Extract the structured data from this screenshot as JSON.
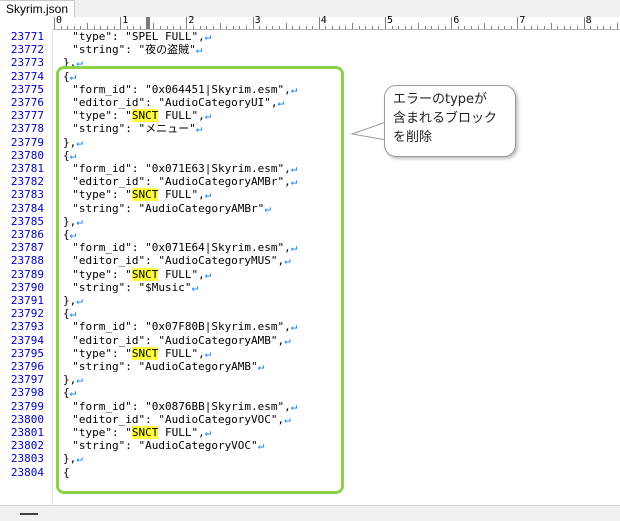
{
  "tab": {
    "title": "Skyrim.json"
  },
  "ruler": {
    "labels": [
      "0",
      "1",
      "2",
      "3",
      "4",
      "5",
      "6",
      "7",
      "8"
    ]
  },
  "line_numbers": [
    "23771",
    "23772",
    "23773",
    "23774",
    "23775",
    "23776",
    "23777",
    "23778",
    "23779",
    "23780",
    "23781",
    "23782",
    "23783",
    "23784",
    "23785",
    "23786",
    "23787",
    "23788",
    "23789",
    "23790",
    "23791",
    "23792",
    "23793",
    "23794",
    "23795",
    "23796",
    "23797",
    "23798",
    "23799",
    "23800",
    "23801",
    "23802",
    "23803",
    "23804"
  ],
  "code_lines": [
    {
      "pre": "  \"type\": \"SPEL FULL\",",
      "nl": true
    },
    {
      "pre": "  \"string\": \"夜の盗賊\"",
      "nl": true
    },
    {
      "pre": "},",
      "nl": true
    },
    {
      "pre": "{",
      "nl": true
    },
    {
      "pre": "  \"form_id\": \"0x064451|Skyrim.esm\",",
      "nl": true
    },
    {
      "pre": "  \"editor_id\": \"AudioCategoryUI\",",
      "nl": true
    },
    {
      "pre": "  \"type\": \"",
      "hl": "SNCT",
      "post": " FULL\",",
      "nl": true
    },
    {
      "pre": "  \"string\": \"メニュー\"",
      "nl": true
    },
    {
      "pre": "},",
      "nl": true
    },
    {
      "pre": "{",
      "nl": true
    },
    {
      "pre": "  \"form_id\": \"0x071E63|Skyrim.esm\",",
      "nl": true
    },
    {
      "pre": "  \"editor_id\": \"AudioCategoryAMBr\",",
      "nl": true
    },
    {
      "pre": "  \"type\": \"",
      "hl": "SNCT",
      "post": " FULL\",",
      "nl": true
    },
    {
      "pre": "  \"string\": \"AudioCategoryAMBr\"",
      "nl": true
    },
    {
      "pre": "},",
      "nl": true
    },
    {
      "pre": "{",
      "nl": true
    },
    {
      "pre": "  \"form_id\": \"0x071E64|Skyrim.esm\",",
      "nl": true
    },
    {
      "pre": "  \"editor_id\": \"AudioCategoryMUS\",",
      "nl": true
    },
    {
      "pre": "  \"type\": \"",
      "hl": "SNCT",
      "post": " FULL\",",
      "nl": true
    },
    {
      "pre": "  \"string\": \"$Music\"",
      "nl": true
    },
    {
      "pre": "},",
      "nl": true
    },
    {
      "pre": "{",
      "nl": true
    },
    {
      "pre": "  \"form_id\": \"0x07F80B|Skyrim.esm\",",
      "nl": true
    },
    {
      "pre": "  \"editor_id\": \"AudioCategoryAMB\",",
      "nl": true
    },
    {
      "pre": "  \"type\": \"",
      "hl": "SNCT",
      "post": " FULL\",",
      "nl": true
    },
    {
      "pre": "  \"string\": \"AudioCategoryAMB\"",
      "nl": true
    },
    {
      "pre": "},",
      "nl": true
    },
    {
      "pre": "{",
      "nl": true
    },
    {
      "pre": "  \"form_id\": \"0x0876BB|Skyrim.esm\",",
      "nl": true
    },
    {
      "pre": "  \"editor_id\": \"AudioCategoryVOC\",",
      "nl": true
    },
    {
      "pre": "  \"type\": \"",
      "hl": "SNCT",
      "post": " FULL\",",
      "nl": true
    },
    {
      "pre": "  \"string\": \"AudioCategoryVOC\"",
      "nl": true
    },
    {
      "pre": "},",
      "nl": true
    },
    {
      "pre": "{",
      "nl": false
    }
  ],
  "newline_glyph": "↵",
  "callout": {
    "text": "エラーのtypeが\n含まれるブロック\nを削除"
  },
  "colors": {
    "frame": "#8cd14a",
    "highlight": "#ffff3c",
    "line_number": "#0000c8",
    "newline": "#0080ff"
  }
}
